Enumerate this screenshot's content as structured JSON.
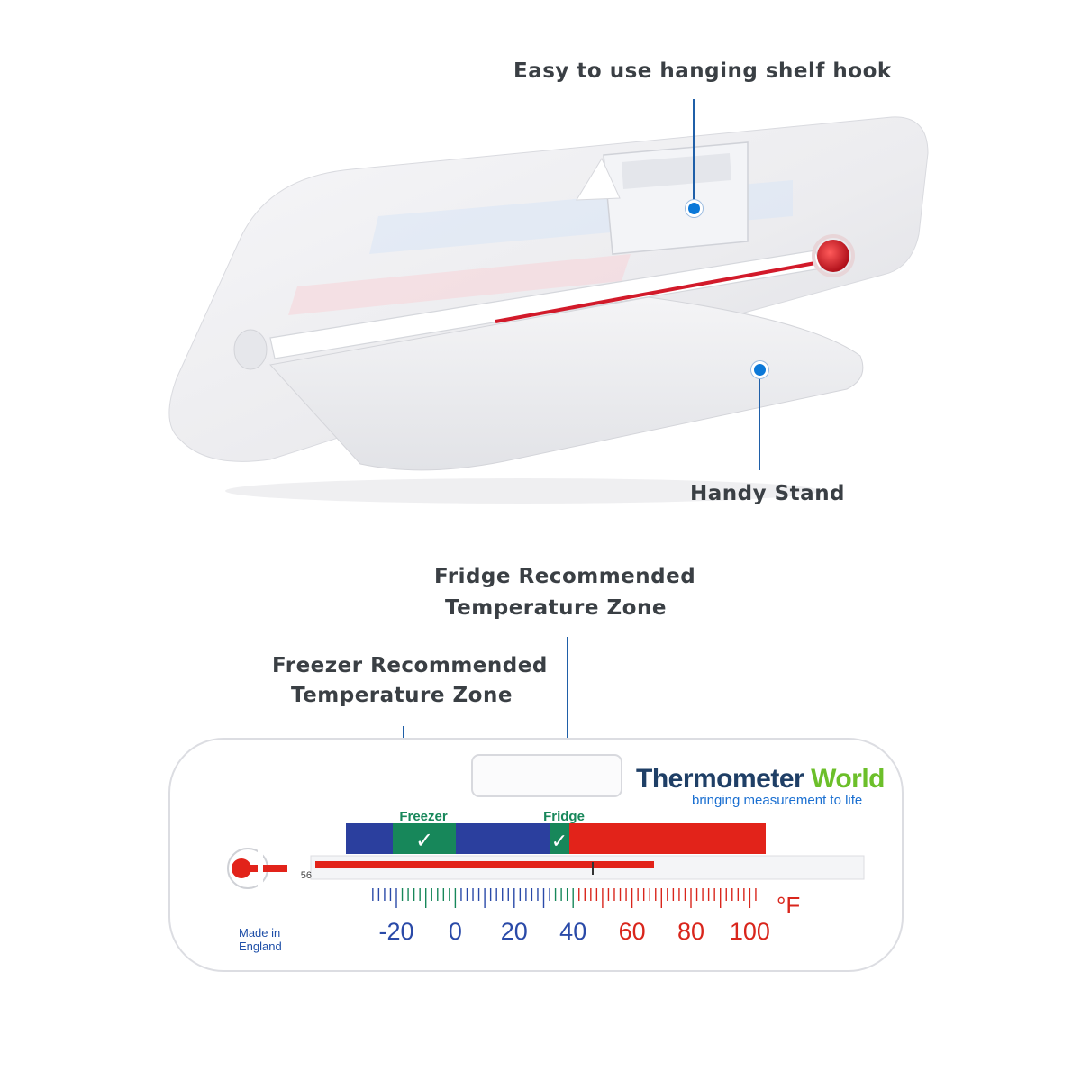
{
  "callouts": {
    "hook": "Easy to use hanging shelf hook",
    "stand": "Handy Stand",
    "fridge_line1": "Fridge Recommended",
    "fridge_line2": "Temperature Zone",
    "freezer_line1": "Freezer Recommended",
    "freezer_line2": "Temperature Zone"
  },
  "thermometer": {
    "brand_part1": "Thermometer",
    "brand_part2": "World",
    "tagline": "bringing measurement to life",
    "freezer_label": "Freezer",
    "fridge_label": "Fridge",
    "check_glyph": "✓",
    "unit": "°F",
    "reading_label": "56",
    "made_in_line1": "Made in",
    "made_in_line2": "England",
    "scale": [
      "-20",
      "0",
      "20",
      "40",
      "60",
      "80",
      "100"
    ],
    "colors": {
      "blue_zone": "#2b3f9e",
      "green_zone": "#17875a",
      "red_zone": "#e2231a",
      "brand_dark": "#1f3f66",
      "brand_green": "#6cbf2a",
      "tagline_blue": "#1a6fd1",
      "scale_blue": "#2a4aa8",
      "scale_red": "#d9261c",
      "callout_dot": "#0b78d8"
    }
  }
}
